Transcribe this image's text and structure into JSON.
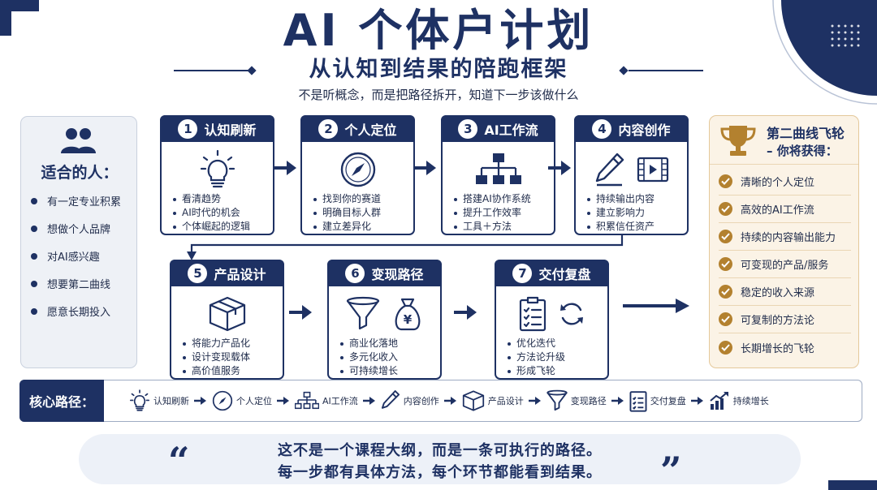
{
  "header": {
    "title": "AI 个体户计划",
    "subtitle": "从认知到结果的陪跑框架",
    "tagline": "不是听概念，而是把路径拆开，知道下一步该做什么"
  },
  "audience": {
    "title": "适合的人：",
    "items": [
      "有一定专业积累",
      "想做个人品牌",
      "对AI感兴趣",
      "想要第二曲线",
      "愿意长期投入"
    ]
  },
  "steps": [
    {
      "num": "1",
      "title": "认知刷新",
      "icons": [
        "lightbulb-icon"
      ],
      "points": [
        "看清趋势",
        "AI时代的机会",
        "个体崛起的逻辑"
      ]
    },
    {
      "num": "2",
      "title": "个人定位",
      "icons": [
        "compass-icon"
      ],
      "points": [
        "找到你的赛道",
        "明确目标人群",
        "建立差异化"
      ]
    },
    {
      "num": "3",
      "title": "AI工作流",
      "icons": [
        "workflow-icon"
      ],
      "points": [
        "搭建AI协作系统",
        "提升工作效率",
        "工具＋方法"
      ]
    },
    {
      "num": "4",
      "title": "内容创作",
      "icons": [
        "pencil-icon",
        "video-icon"
      ],
      "points": [
        "持续输出内容",
        "建立影响力",
        "积累信任资产"
      ]
    },
    {
      "num": "5",
      "title": "产品设计",
      "icons": [
        "box-icon"
      ],
      "points": [
        "将能力产品化",
        "设计变现载体",
        "高价值服务"
      ]
    },
    {
      "num": "6",
      "title": "变现路径",
      "icons": [
        "funnel-icon",
        "money-bag-icon"
      ],
      "points": [
        "商业化落地",
        "多元化收入",
        "可持续增长"
      ]
    },
    {
      "num": "7",
      "title": "交付复盘",
      "icons": [
        "checklist-icon",
        "refresh-icon"
      ],
      "points": [
        "优化迭代",
        "方法论升级",
        "形成飞轮"
      ]
    }
  ],
  "flywheel": {
    "title": "第二曲线飞轮",
    "subtitle": "– 你将获得：",
    "items": [
      "清晰的个人定位",
      "高效的AI工作流",
      "持续的内容输出能力",
      "可变现的产品/服务",
      "稳定的收入来源",
      "可复制的方法论",
      "长期增长的飞轮"
    ]
  },
  "core_path": {
    "label": "核心路径：",
    "items": [
      {
        "label": "认知刷新",
        "icon": "lightbulb-icon"
      },
      {
        "label": "个人定位",
        "icon": "compass-icon"
      },
      {
        "label": "AI工作流",
        "icon": "workflow-icon"
      },
      {
        "label": "内容创作",
        "icon": "pencil-icon"
      },
      {
        "label": "产品设计",
        "icon": "box-icon"
      },
      {
        "label": "变现路径",
        "icon": "funnel-icon"
      },
      {
        "label": "交付复盘",
        "icon": "checklist-icon"
      },
      {
        "label": "持续增长",
        "icon": "growth-chart-icon"
      }
    ]
  },
  "quote": {
    "line1": "这不是一个课程大纲，而是一条可执行的路径。",
    "line2": "每一步都有具体方法，每个环节都能看到结果。"
  },
  "colors": {
    "navy": "#1e3163",
    "gold": "#b3812f",
    "panel_bg": "#eef1f6",
    "flywheel_bg": "#fbf3e6"
  }
}
